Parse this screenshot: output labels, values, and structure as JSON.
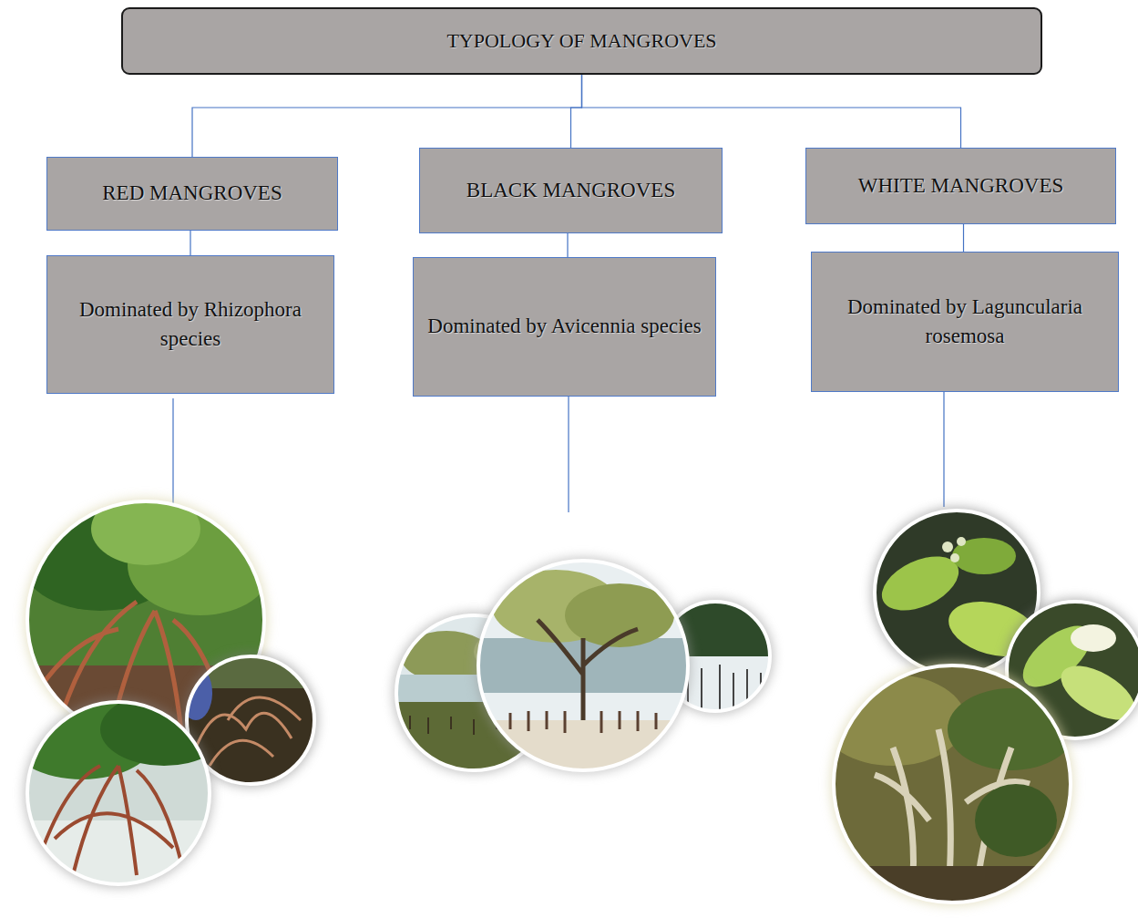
{
  "diagram": {
    "nodes": [
      {
        "text": [
          "TYPOLOGY OF MANGROVES"
        ]
      },
      {
        "text": [
          "RED MANGROVES"
        ]
      },
      {
        "text": [
          "BLACK MANGROVES"
        ]
      },
      {
        "text": [
          "WHITE MANGROVES"
        ]
      },
      {
        "text": [
          "Dominated by Rhizophora species"
        ]
      },
      {
        "text": [
          "Dominated by Avicennia species"
        ]
      },
      {
        "text": [
          "Dominated by Laguncularia rosemosa"
        ]
      }
    ],
    "edges": [
      {
        "from": 0,
        "to": 1,
        "arrow": "none"
      },
      {
        "from": 0,
        "to": 2,
        "arrow": "none"
      },
      {
        "from": 0,
        "to": 3,
        "arrow": "none"
      },
      {
        "from": 1,
        "to": 4,
        "arrow": "none"
      },
      {
        "from": 2,
        "to": 5,
        "arrow": "none"
      },
      {
        "from": 3,
        "to": 6,
        "arrow": "none"
      }
    ]
  }
}
